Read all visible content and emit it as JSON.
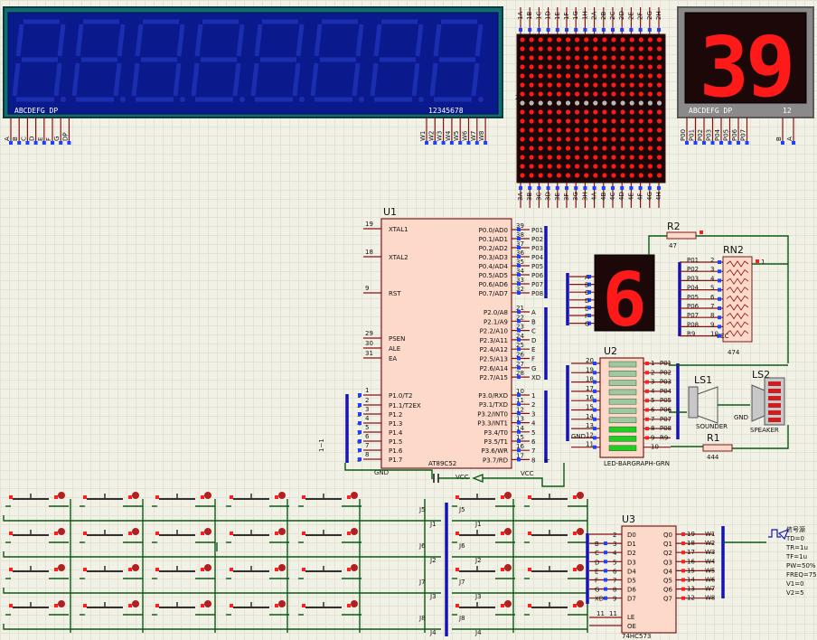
{
  "lcd_left": {
    "seg_label": "ABCDEFG  DP",
    "digit_label": "12345678",
    "pins": [
      "A",
      "B",
      "C",
      "D",
      "E",
      "F",
      "G",
      "DP"
    ],
    "wpins": [
      "W1",
      "W2",
      "W3",
      "W4",
      "W5",
      "W6",
      "W7",
      "W8"
    ]
  },
  "matrix": {
    "top_pins": [
      "1A",
      "1B",
      "1C",
      "1D",
      "1E",
      "1F",
      "1G",
      "1H",
      "2A",
      "2B",
      "2C",
      "2D",
      "2E",
      "2F",
      "2G",
      "2H"
    ],
    "bottom_pins": [
      "3A",
      "3B",
      "3C",
      "3D",
      "3E",
      "3F",
      "3G",
      "3H",
      "4A",
      "4B",
      "4C",
      "4D",
      "4E",
      "4F",
      "4G",
      "4H"
    ]
  },
  "display2": {
    "value": "39",
    "seg_label": "ABCDEFG  DP",
    "digit_label": "12",
    "pins": [
      "P00",
      "P01",
      "P02",
      "P03",
      "P04",
      "P05",
      "P06",
      "P07"
    ],
    "right_pins": [
      "B",
      "A"
    ]
  },
  "u1": {
    "ref": "U1",
    "part": "AT89C52",
    "left": [
      {
        "n": "19",
        "name": "XTAL1"
      },
      {
        "n": "18",
        "name": "XTAL2"
      },
      {
        "n": "9",
        "name": "RST"
      },
      {
        "n": "29",
        "name": "PSEN"
      },
      {
        "n": "30",
        "name": "ALE"
      },
      {
        "n": "31",
        "name": "EA"
      },
      {
        "n": "1",
        "name": "P1.0/T2"
      },
      {
        "n": "2",
        "name": "P1.1/T2EX"
      },
      {
        "n": "3",
        "name": "P1.2"
      },
      {
        "n": "4",
        "name": "P1.3"
      },
      {
        "n": "5",
        "name": "P1.4"
      },
      {
        "n": "6",
        "name": "P1.5"
      },
      {
        "n": "7",
        "name": "P1.6"
      },
      {
        "n": "8",
        "name": "P1.7"
      }
    ],
    "right": [
      {
        "n": "39",
        "name": "P0.0/AD0",
        "net": "P01"
      },
      {
        "n": "38",
        "name": "P0.1/AD1",
        "net": "P02"
      },
      {
        "n": "37",
        "name": "P0.2/AD2",
        "net": "P03"
      },
      {
        "n": "36",
        "name": "P0.3/AD3",
        "net": "P04"
      },
      {
        "n": "35",
        "name": "P0.4/AD4",
        "net": "P05"
      },
      {
        "n": "34",
        "name": "P0.5/AD5",
        "net": "P06"
      },
      {
        "n": "33",
        "name": "P0.6/AD6",
        "net": "P07"
      },
      {
        "n": "32",
        "name": "P0.7/AD7",
        "net": "P08"
      },
      {
        "n": "21",
        "name": "P2.0/A8",
        "net": "A"
      },
      {
        "n": "22",
        "name": "P2.1/A9",
        "net": "B"
      },
      {
        "n": "23",
        "name": "P2.2/A10",
        "net": "C"
      },
      {
        "n": "24",
        "name": "P2.3/A11",
        "net": "D"
      },
      {
        "n": "25",
        "name": "P2.4/A12",
        "net": "E"
      },
      {
        "n": "26",
        "name": "P2.5/A13",
        "net": "F"
      },
      {
        "n": "27",
        "name": "P2.6/A14",
        "net": "G"
      },
      {
        "n": "28",
        "name": "P2.7/A15",
        "net": "XD"
      },
      {
        "n": "10",
        "name": "P3.0/RXD",
        "net": "1"
      },
      {
        "n": "11",
        "name": "P3.1/TXD",
        "net": "2"
      },
      {
        "n": "12",
        "name": "P3.2/INT0",
        "net": "3"
      },
      {
        "n": "13",
        "name": "P3.3/INT1",
        "net": "4"
      },
      {
        "n": "14",
        "name": "P3.4/T0",
        "net": "5"
      },
      {
        "n": "15",
        "name": "P3.5/T1",
        "net": "6"
      },
      {
        "n": "16",
        "name": "P3.6/WR",
        "net": "7"
      },
      {
        "n": "17",
        "name": "P3.7/RD",
        "net": "8"
      }
    ],
    "p1_nets": [
      "1",
      "2",
      "3",
      "4",
      "5",
      "6",
      "7",
      "8"
    ],
    "gnd": "GND",
    "vcc": "VCC",
    "bus_label": "1~1"
  },
  "seg7": {
    "value": "6",
    "pins": [
      "A",
      "B",
      "C",
      "D",
      "E",
      "F",
      "G"
    ]
  },
  "r2": {
    "ref": "R2",
    "value": "47"
  },
  "rn2": {
    "ref": "RN2",
    "value": "474",
    "vcc": "VCC",
    "com": "1",
    "nets": [
      "P01",
      "P02",
      "P03",
      "P04",
      "P05",
      "P06",
      "P07",
      "P08",
      "R9"
    ],
    "pins": [
      "2",
      "3",
      "4",
      "5",
      "6",
      "7",
      "8",
      "9",
      "10"
    ]
  },
  "u2": {
    "ref": "U2",
    "part": "LED-BARGRAPH-GRN",
    "left_pins": [
      "20",
      "19",
      "18",
      "17",
      "16",
      "15",
      "14",
      "13",
      "12",
      "11"
    ],
    "right_pins": [
      "1",
      "2",
      "3",
      "4",
      "5",
      "6",
      "7",
      "8",
      "9",
      "10"
    ],
    "nets": [
      "P01",
      "P02",
      "P03",
      "P04",
      "P05",
      "P06",
      "P07",
      "P08",
      "R9"
    ],
    "gnd": "GND"
  },
  "ls1": {
    "ref": "LS1",
    "part": "SOUNDER"
  },
  "ls2": {
    "ref": "LS2",
    "part": "SPEAKER",
    "gnd": "GND"
  },
  "r1": {
    "ref": "R1",
    "value": "444"
  },
  "keypad": {
    "row_labels": [
      "J1",
      "J2",
      "J3",
      "J4"
    ],
    "col_labels": [
      "J5",
      "J6",
      "J7",
      "J8"
    ]
  },
  "u3": {
    "ref": "U3",
    "part": "74HC573",
    "d_nets": [
      "B",
      "C",
      "D",
      "E",
      "F",
      "G",
      "XD"
    ],
    "d_pins": [
      "2",
      "3",
      "4",
      "5",
      "6",
      "7",
      "8",
      "9"
    ],
    "d_names": [
      "D0",
      "D1",
      "D2",
      "D3",
      "D4",
      "D5",
      "D6",
      "D7"
    ],
    "q_names": [
      "Q0",
      "Q1",
      "Q2",
      "Q3",
      "Q4",
      "Q5",
      "Q6",
      "Q7"
    ],
    "q_pins": [
      "19",
      "18",
      "17",
      "16",
      "15",
      "14",
      "13",
      "12"
    ],
    "q_nets": [
      "W1",
      "W2",
      "W3",
      "W4",
      "W5",
      "W6",
      "W7",
      "W8"
    ],
    "le": "LE",
    "oe": "OE",
    "le_pins": "11",
    "le_net": "11"
  },
  "signal": {
    "name": "信号源",
    "params": [
      "TD=0",
      "TR=1u",
      "TF=1u",
      "PW=50%",
      "FREQ=75",
      "V1=0",
      "V2=5"
    ]
  },
  "colors": {
    "lcd_bg": "#0a1a8c",
    "lcd_frame": "#0f6d73",
    "led_red": "#ff1a1a",
    "seg_bg": "#1c0808",
    "bus": "#1414b4",
    "wire": "#0a5a12",
    "chip": "#fcd9c8"
  }
}
